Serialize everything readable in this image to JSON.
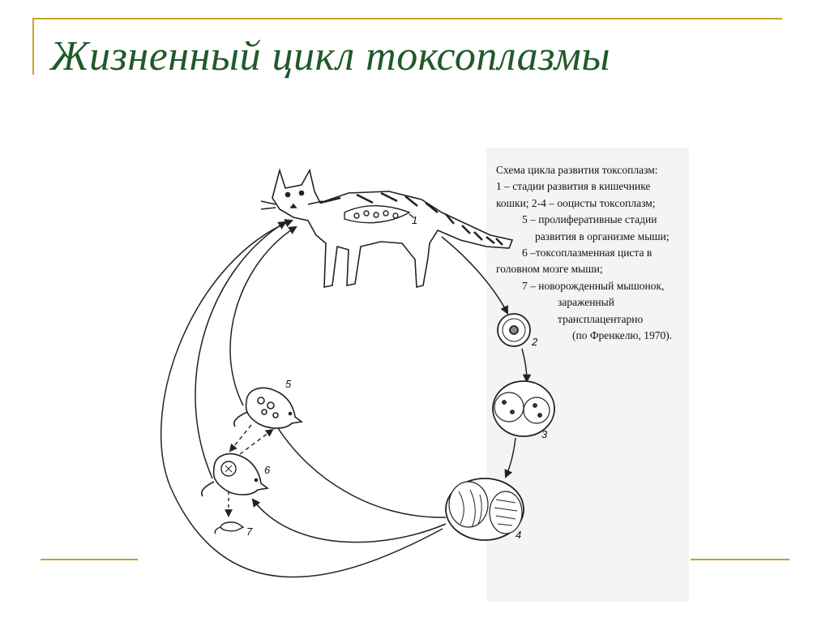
{
  "title": "Жизненный цикл токсоплазмы",
  "caption": {
    "lines": [
      "Схема цикла развития токсоплазм:",
      "1 – стадии развития в кишечнике",
      "кошки; 2-4 – ооцисты токсоплазм;",
      "5 – пролиферативные стадии",
      "развития в организме мыши;",
      "6 –токсоплазменная циста в",
      "головном мозге мыши;",
      "7 – новорожденный мышонок,",
      "зараженный",
      "трансплацентарно",
      "(по Френкелю, 1970)."
    ]
  },
  "labels": {
    "n1": "1",
    "n2": "2",
    "n3": "3",
    "n4": "4",
    "n5": "5",
    "n6": "6",
    "n7": "7"
  },
  "colors": {
    "title": "#1f5a2a",
    "rule": "#c9a227",
    "ink": "#222222"
  }
}
